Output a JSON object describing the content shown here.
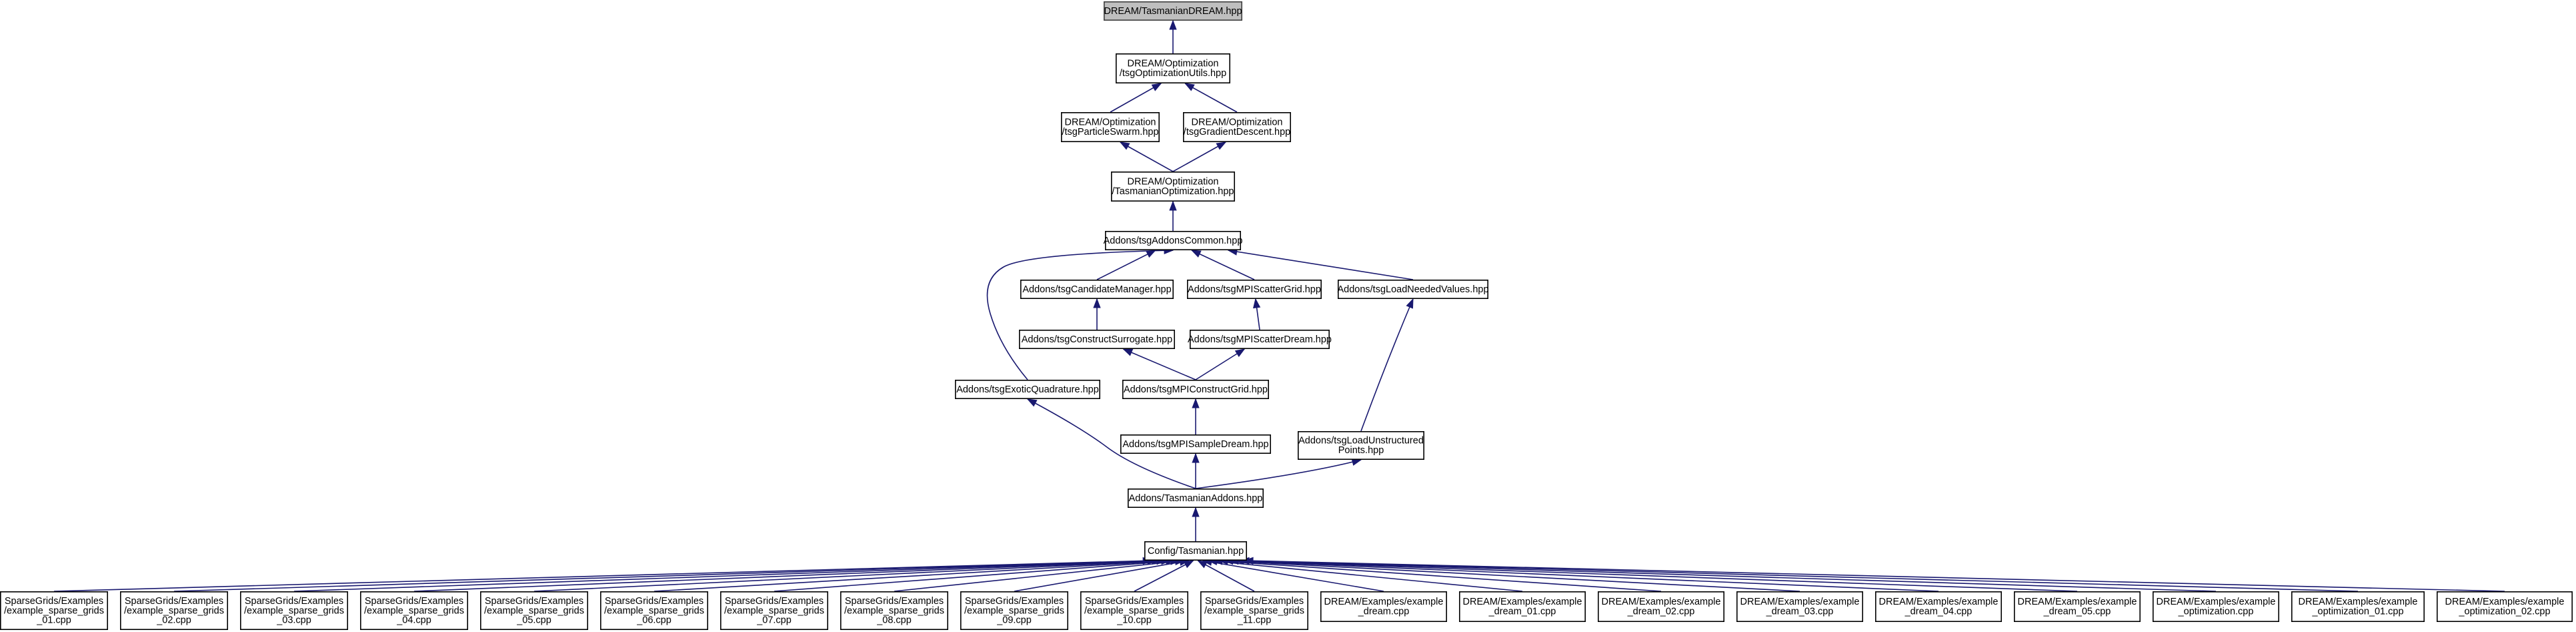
{
  "colors": {
    "edge": "#191970",
    "root_fill": "#bfbfbf",
    "node_fill": "#ffffff",
    "border": "#000000"
  },
  "nodes": [
    {
      "id": "dream_tasmanian",
      "lines": [
        "DREAM/TasmanianDREAM.hpp"
      ],
      "root": true
    },
    {
      "id": "opt_utils",
      "lines": [
        "DREAM/Optimization",
        "/tsgOptimizationUtils.hpp"
      ]
    },
    {
      "id": "particle_swarm",
      "lines": [
        "DREAM/Optimization",
        "/tsgParticleSwarm.hpp"
      ]
    },
    {
      "id": "gradient_descent",
      "lines": [
        "DREAM/Optimization",
        "/tsgGradientDescent.hpp"
      ]
    },
    {
      "id": "tasmanian_optimization",
      "lines": [
        "DREAM/Optimization",
        "/TasmanianOptimization.hpp"
      ]
    },
    {
      "id": "addons_common",
      "lines": [
        "Addons/tsgAddonsCommon.hpp"
      ]
    },
    {
      "id": "candidate_manager",
      "lines": [
        "Addons/tsgCandidateManager.hpp"
      ]
    },
    {
      "id": "mpi_scatter_grid",
      "lines": [
        "Addons/tsgMPIScatterGrid.hpp"
      ]
    },
    {
      "id": "load_needed_values",
      "lines": [
        "Addons/tsgLoadNeededValues.hpp"
      ]
    },
    {
      "id": "construct_surrogate",
      "lines": [
        "Addons/tsgConstructSurrogate.hpp"
      ]
    },
    {
      "id": "mpi_scatter_dream",
      "lines": [
        "Addons/tsgMPIScatterDream.hpp"
      ]
    },
    {
      "id": "exotic_quadrature",
      "lines": [
        "Addons/tsgExoticQuadrature.hpp"
      ]
    },
    {
      "id": "mpi_construct_grid",
      "lines": [
        "Addons/tsgMPIConstructGrid.hpp"
      ]
    },
    {
      "id": "mpi_sample_dream",
      "lines": [
        "Addons/tsgMPISampleDream.hpp"
      ]
    },
    {
      "id": "load_unstructured",
      "lines": [
        "Addons/tsgLoadUnstructured",
        "Points.hpp"
      ]
    },
    {
      "id": "tasmanian_addons",
      "lines": [
        "Addons/TasmanianAddons.hpp"
      ]
    },
    {
      "id": "config_tasmanian",
      "lines": [
        "Config/Tasmanian.hpp"
      ]
    },
    {
      "id": "sg_01",
      "lines": [
        "SparseGrids/Examples",
        "/example_sparse_grids",
        "_01.cpp"
      ]
    },
    {
      "id": "sg_02",
      "lines": [
        "SparseGrids/Examples",
        "/example_sparse_grids",
        "_02.cpp"
      ]
    },
    {
      "id": "sg_03",
      "lines": [
        "SparseGrids/Examples",
        "/example_sparse_grids",
        "_03.cpp"
      ]
    },
    {
      "id": "sg_04",
      "lines": [
        "SparseGrids/Examples",
        "/example_sparse_grids",
        "_04.cpp"
      ]
    },
    {
      "id": "sg_05",
      "lines": [
        "SparseGrids/Examples",
        "/example_sparse_grids",
        "_05.cpp"
      ]
    },
    {
      "id": "sg_06",
      "lines": [
        "SparseGrids/Examples",
        "/example_sparse_grids",
        "_06.cpp"
      ]
    },
    {
      "id": "sg_07",
      "lines": [
        "SparseGrids/Examples",
        "/example_sparse_grids",
        "_07.cpp"
      ]
    },
    {
      "id": "sg_08",
      "lines": [
        "SparseGrids/Examples",
        "/example_sparse_grids",
        "_08.cpp"
      ]
    },
    {
      "id": "sg_09",
      "lines": [
        "SparseGrids/Examples",
        "/example_sparse_grids",
        "_09.cpp"
      ]
    },
    {
      "id": "sg_10",
      "lines": [
        "SparseGrids/Examples",
        "/example_sparse_grids",
        "_10.cpp"
      ]
    },
    {
      "id": "sg_11",
      "lines": [
        "SparseGrids/Examples",
        "/example_sparse_grids",
        "_11.cpp"
      ]
    },
    {
      "id": "dream_ex",
      "lines": [
        "DREAM/Examples/example",
        "_dream.cpp"
      ]
    },
    {
      "id": "dream_01",
      "lines": [
        "DREAM/Examples/example",
        "_dream_01.cpp"
      ]
    },
    {
      "id": "dream_02",
      "lines": [
        "DREAM/Examples/example",
        "_dream_02.cpp"
      ]
    },
    {
      "id": "dream_03",
      "lines": [
        "DREAM/Examples/example",
        "_dream_03.cpp"
      ]
    },
    {
      "id": "dream_04",
      "lines": [
        "DREAM/Examples/example",
        "_dream_04.cpp"
      ]
    },
    {
      "id": "dream_05",
      "lines": [
        "DREAM/Examples/example",
        "_dream_05.cpp"
      ]
    },
    {
      "id": "opt_ex",
      "lines": [
        "DREAM/Examples/example",
        "_optimization.cpp"
      ]
    },
    {
      "id": "opt_01",
      "lines": [
        "DREAM/Examples/example",
        "_optimization_01.cpp"
      ]
    },
    {
      "id": "opt_02",
      "lines": [
        "DREAM/Examples/example",
        "_optimization_02.cpp"
      ]
    }
  ],
  "edges": [
    [
      "dream_tasmanian",
      "opt_utils"
    ],
    [
      "opt_utils",
      "particle_swarm"
    ],
    [
      "opt_utils",
      "gradient_descent"
    ],
    [
      "particle_swarm",
      "tasmanian_optimization"
    ],
    [
      "gradient_descent",
      "tasmanian_optimization"
    ],
    [
      "tasmanian_optimization",
      "addons_common"
    ],
    [
      "addons_common",
      "exotic_quadrature"
    ],
    [
      "addons_common",
      "candidate_manager"
    ],
    [
      "addons_common",
      "mpi_scatter_grid"
    ],
    [
      "addons_common",
      "load_needed_values"
    ],
    [
      "candidate_manager",
      "construct_surrogate"
    ],
    [
      "mpi_scatter_grid",
      "mpi_scatter_dream"
    ],
    [
      "construct_surrogate",
      "mpi_construct_grid"
    ],
    [
      "mpi_scatter_dream",
      "mpi_construct_grid"
    ],
    [
      "load_needed_values",
      "load_unstructured"
    ],
    [
      "mpi_construct_grid",
      "mpi_sample_dream"
    ],
    [
      "exotic_quadrature",
      "tasmanian_addons"
    ],
    [
      "mpi_sample_dream",
      "tasmanian_addons"
    ],
    [
      "load_unstructured",
      "tasmanian_addons"
    ],
    [
      "tasmanian_addons",
      "config_tasmanian"
    ],
    [
      "config_tasmanian",
      "sg_01"
    ],
    [
      "config_tasmanian",
      "sg_02"
    ],
    [
      "config_tasmanian",
      "sg_03"
    ],
    [
      "config_tasmanian",
      "sg_04"
    ],
    [
      "config_tasmanian",
      "sg_05"
    ],
    [
      "config_tasmanian",
      "sg_06"
    ],
    [
      "config_tasmanian",
      "sg_07"
    ],
    [
      "config_tasmanian",
      "sg_08"
    ],
    [
      "config_tasmanian",
      "sg_09"
    ],
    [
      "config_tasmanian",
      "sg_10"
    ],
    [
      "config_tasmanian",
      "sg_11"
    ],
    [
      "config_tasmanian",
      "dream_ex"
    ],
    [
      "config_tasmanian",
      "dream_01"
    ],
    [
      "config_tasmanian",
      "dream_02"
    ],
    [
      "config_tasmanian",
      "dream_03"
    ],
    [
      "config_tasmanian",
      "dream_04"
    ],
    [
      "config_tasmanian",
      "dream_05"
    ],
    [
      "config_tasmanian",
      "opt_ex"
    ],
    [
      "config_tasmanian",
      "opt_01"
    ],
    [
      "config_tasmanian",
      "opt_02"
    ]
  ]
}
